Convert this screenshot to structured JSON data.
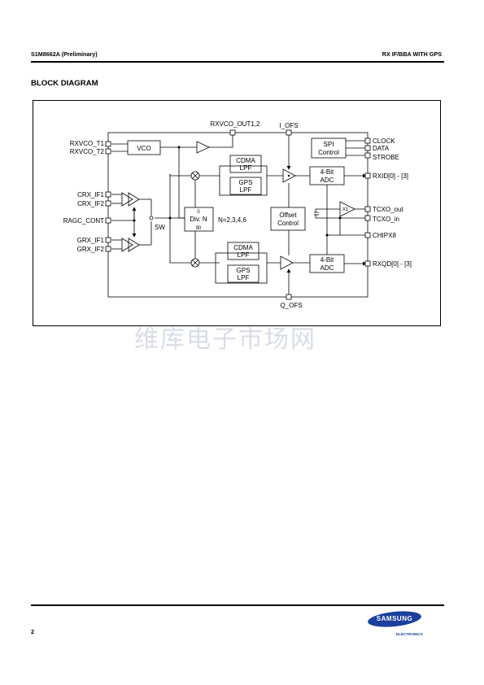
{
  "header": {
    "left": "S1M8662A (Preliminary)",
    "right": "RX IF/BBA WITH GPS"
  },
  "section_title": "BLOCK DIAGRAM",
  "diagram": {
    "pins_left": {
      "rxvco_t1": "RXVCO_T1",
      "rxvco_t2": "RXVCO_T2",
      "crx_if1": "CRX_IF1",
      "crx_if2": "CRX_IF2",
      "ragc_cont": "RAGC_CONT",
      "grx_if1": "GRX_IF1",
      "grx_if2": "GRX_IF2"
    },
    "pins_top": {
      "rxvco_out": "RXVCO_OUT1,2",
      "i_ofs": "I_OFS"
    },
    "pins_bottom": {
      "q_ofs": "Q_OFS"
    },
    "pins_right": {
      "clock": "CLOCK",
      "data": "DATA",
      "strobe": "STROBE",
      "rxid": "RXID[0] - [3]",
      "tcxo_out": "TCXO_out",
      "tcxo_in": "TCXO_in",
      "chipx8": "CHIPX8",
      "rxqd": "RXQD[0] - [3]"
    },
    "blocks": {
      "vco": "VCO",
      "spi_line1": "SPI",
      "spi_line2": "Control",
      "cdma_lpf_top_1": "CDMA",
      "cdma_lpf_top_2": "LPF",
      "gps_lpf_top_1": "GPS",
      "gps_lpf_top_2": "LPF",
      "cdma_lpf_bot_1": "CDMA",
      "cdma_lpf_bot_2": "LPF",
      "gps_lpf_bot_1": "GPS",
      "gps_lpf_bot_2": "LPF",
      "adc_top_1": "4-Bit",
      "adc_top_2": "ADC",
      "adc_bot_1": "4-Bit",
      "adc_bot_2": "ADC",
      "offset_1": "Offset",
      "offset_2": "Control",
      "div_0": "0",
      "div_label": "Div. N",
      "div_90": "90",
      "div_ratio": "N=2,3,4,6",
      "sw": "SW",
      "x1": "X1"
    }
  },
  "watermark": "维库电子市场网",
  "footer": {
    "page_number": "2",
    "brand": "SAMSUNG",
    "brand_sub": "ELECTRONICS"
  },
  "colors": {
    "brand_blue": "#1b3f9c",
    "watermark": "#d9dde8"
  }
}
